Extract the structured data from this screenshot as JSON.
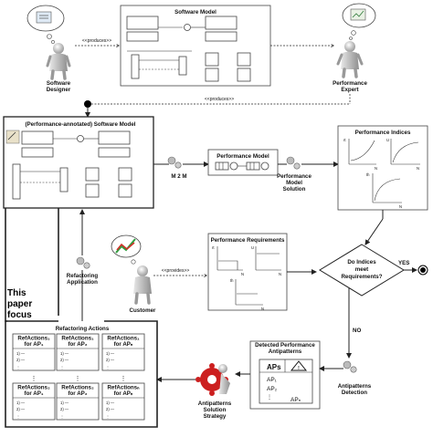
{
  "labels": {
    "software_designer_1": "Software",
    "software_designer_2": "Designer",
    "performance_expert_1": "Performance",
    "performance_expert_2": "Expert",
    "software_model": "Software Model",
    "produces_1": "<<produces>>",
    "produces_2": "<<produces>>",
    "annotated_model": "(Performance-annotated) Software Model",
    "m2m_1": "M 2 M",
    "performance_model": "Performance Model",
    "perf_model_solution_1": "Performance",
    "perf_model_solution_2": "Model",
    "perf_model_solution_3": "Solution",
    "performance_indices": "Performance Indices",
    "performance_requirements": "Performance Requirements",
    "provides": "<<provides>>",
    "customer": "Customer",
    "refactoring_application_1": "Refactoring",
    "refactoring_application_2": "Application",
    "decision_1": "Do Indices",
    "decision_2": "meet",
    "decision_3": "Requirements?",
    "yes": "YES",
    "no": "NO",
    "this_paper_focus_1": "This",
    "this_paper_focus_2": "paper",
    "this_paper_focus_3": "focus",
    "refactoring_actions": "Refactoring Actions",
    "detected_antipatterns_1": "Detected Performance",
    "detected_antipatterns_2": "Antipatterns",
    "antipatterns_detection_1": "Antipatterns",
    "antipatterns_detection_2": "Detection",
    "antipatterns_solution_1": "Antipatterns",
    "antipatterns_solution_2": "Solution",
    "antipatterns_solution_3": "Strategy",
    "ap_header": "APs",
    "ap1": "AP₁",
    "ap2": "AP₂",
    "apn": "APₙ",
    "axis_t": "rt",
    "axis_u": "U",
    "axis_th": "th",
    "axis_n": "N",
    "dots": "⋮",
    "ref_cells": [
      {
        "t1": "RefActions₁",
        "t2": "for AP₁",
        "r1": "1) —",
        "r2": "2) —"
      },
      {
        "t1": "RefActions₁",
        "t2": "for AP₂",
        "r1": "1) —",
        "r2": "2) —"
      },
      {
        "t1": "RefActions₁",
        "t2": "for APₙ",
        "r1": "1) —",
        "r2": "2) —"
      },
      {
        "t1": "RefActions₂",
        "t2": "for AP₁",
        "r1": "1) —",
        "r2": "2) —"
      },
      {
        "t1": "RefActions₂",
        "t2": "for AP₂",
        "r1": "1) —",
        "r2": "2) —"
      },
      {
        "t1": "RefActionsₙ",
        "t2": "for APₙ",
        "r1": "1) —",
        "r2": "2) —"
      }
    ]
  },
  "colors": {
    "gear": "#cc1f1f",
    "sign_green": "#2f9e3f",
    "sign_red": "#d0302a"
  }
}
